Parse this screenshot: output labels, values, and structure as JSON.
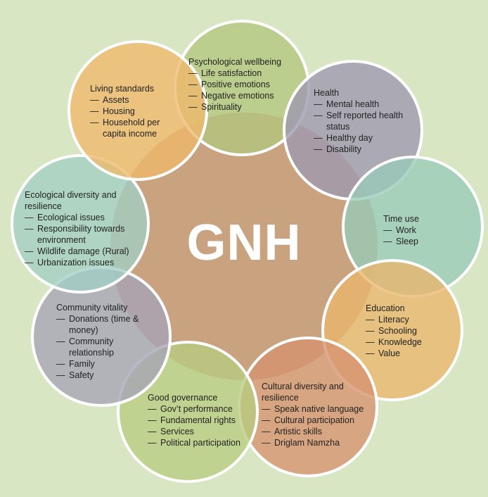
{
  "center": {
    "label": "GNH"
  },
  "colors": {
    "background": "#d8e6c4",
    "center": "#c9a27f",
    "psychological": "#b4c77e",
    "health": "#9e98b0",
    "time_use": "#99cbb8",
    "education": "#eab66d",
    "cultural": "#d6926e",
    "governance": "#b9cc80",
    "community": "#a7a3b6",
    "ecological": "#a3cec4",
    "living": "#efb86c"
  },
  "domains": {
    "psychological": {
      "title": "Psychological wellbeing",
      "items": [
        "Life satisfaction",
        "Positive emotions",
        "Negative emotions",
        "Spirituality"
      ]
    },
    "health": {
      "title": "Health",
      "items": [
        "Mental health",
        "Self reported health status",
        "Healthy day",
        "Disability"
      ]
    },
    "time_use": {
      "title": "Time use",
      "items": [
        "Work",
        "Sleep"
      ]
    },
    "education": {
      "title": "Education",
      "items": [
        "Literacy",
        "Schooling",
        "Knowledge",
        "Value"
      ]
    },
    "cultural": {
      "title": "Cultural diversity and resilience",
      "items": [
        "Speak native language",
        "Cultural participation",
        "Artistic skills",
        "Driglam Namzha"
      ]
    },
    "governance": {
      "title": "Good governance",
      "items": [
        "Gov’t performance",
        "Fundamental rights",
        "Services",
        "Political participation"
      ]
    },
    "community": {
      "title": "Community vitality",
      "items": [
        "Donations (time & money)",
        "Community relationship",
        "Family",
        "Safety"
      ]
    },
    "ecological": {
      "title": "Ecological diversity and resilience",
      "items": [
        "Ecological issues",
        "Responsibility towards environment",
        "Wildlife damage (Rural)",
        "Urbanization issues"
      ]
    },
    "living": {
      "title": "Living standards",
      "items": [
        "Assets",
        "Housing",
        "Household per capita income"
      ]
    }
  }
}
